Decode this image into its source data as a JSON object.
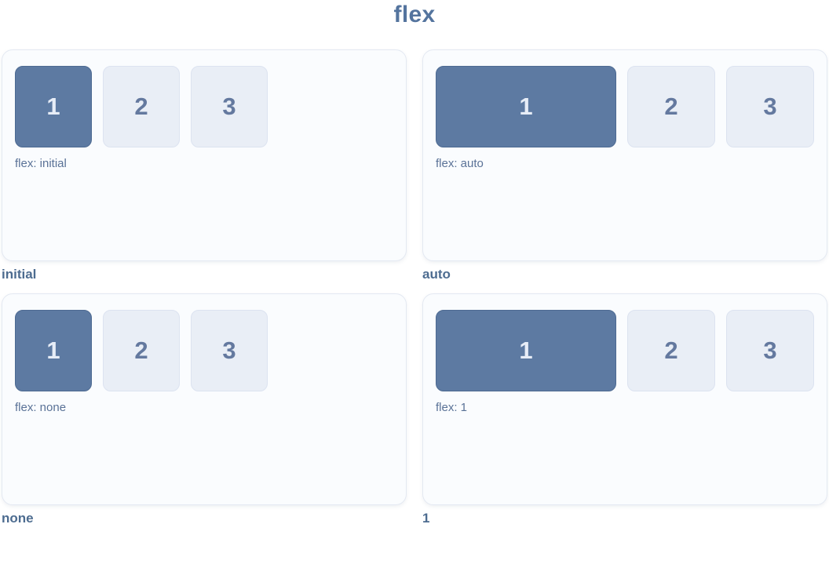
{
  "page": {
    "title": "flex"
  },
  "panels": [
    {
      "label": "initial",
      "caption": "flex: initial",
      "items": [
        "1",
        "2",
        "3"
      ],
      "highlighted_item": "1",
      "layout": "fixed"
    },
    {
      "label": "auto",
      "caption": "flex: auto",
      "items": [
        "1",
        "2",
        "3"
      ],
      "highlighted_item": "1",
      "layout": "grow"
    },
    {
      "label": "none",
      "caption": "flex: none",
      "items": [
        "1",
        "2",
        "3"
      ],
      "highlighted_item": "1",
      "layout": "fixed"
    },
    {
      "label": "1",
      "caption": "flex: 1",
      "items": [
        "1",
        "2",
        "3"
      ],
      "highlighted_item": "1",
      "layout": "grow"
    }
  ],
  "colors": {
    "title_text": "#54749e",
    "panel_bg": "#fafcfe",
    "panel_border": "#e4e9f2",
    "hl_box": "#5d7aa2",
    "hl_box_border": "#4d6a92",
    "hl_box_text": "#e7edf7",
    "muted_box": "#e9eef6",
    "muted_box_border": "#dce3f0",
    "muted_box_text": "#64799f",
    "caption_text": "#5a7297",
    "label_text": "#4d6c90"
  }
}
